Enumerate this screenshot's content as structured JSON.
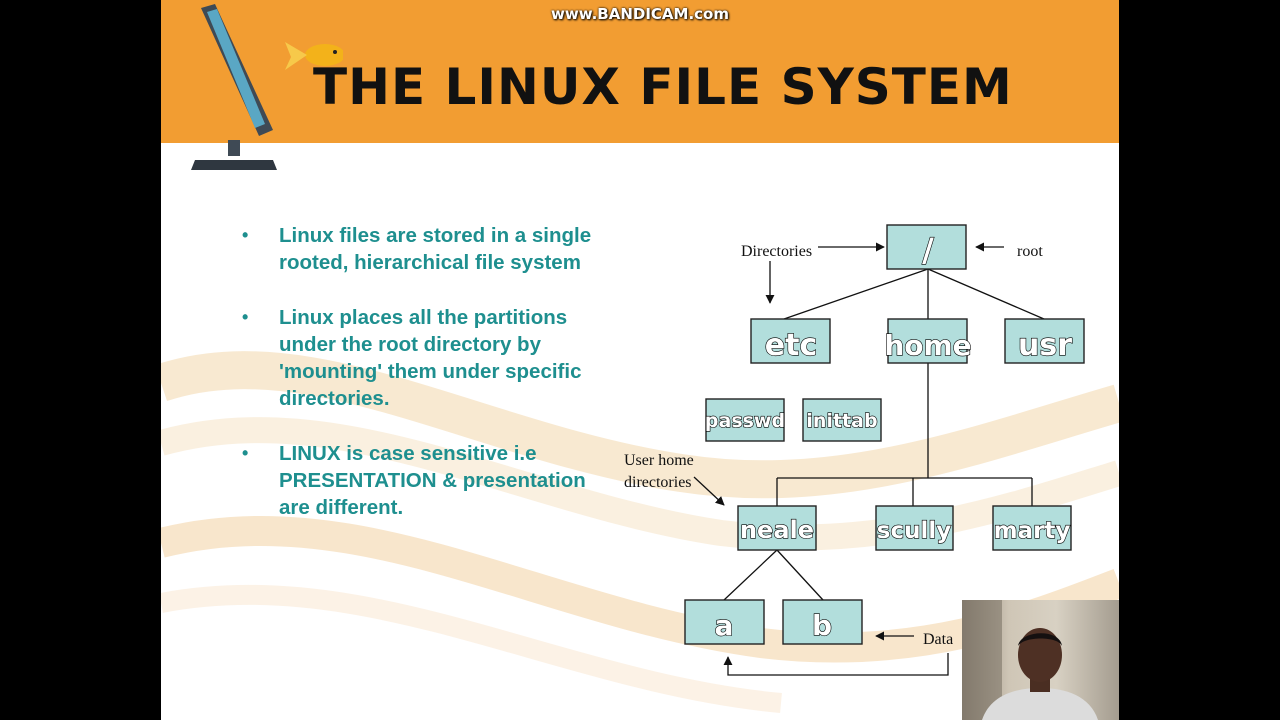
{
  "watermark": "www.BANDICAM.com",
  "slide": {
    "title": "THE LINUX FILE SYSTEM",
    "bullets": [
      "Linux files are stored in a single rooted, hierarchical file system",
      "Linux places all the partitions under the root directory by 'mounting' them under specific directories.",
      "LINUX is case sensitive i.e PRESENTATION & presentation are different."
    ],
    "bullet_symbol": "•"
  },
  "diagram": {
    "nodes": {
      "root": "/",
      "etc": "etc",
      "home": "home",
      "usr": "usr",
      "passwd": "passwd",
      "inittab": "inittab",
      "neale": "neale",
      "scully": "scully",
      "marty": "marty",
      "a": "a",
      "b": "b"
    },
    "annotations": {
      "directories": "Directories",
      "root": "root",
      "user_home_line1": "User home",
      "user_home_line2": "directories",
      "data": "Data"
    }
  },
  "colors": {
    "banner": "#f29d32",
    "bullet_text": "#1e8f8f",
    "node_fill": "#b2dedc"
  },
  "icons": [
    "monitor-icon",
    "goldfish-icon",
    "webcam-presenter"
  ]
}
